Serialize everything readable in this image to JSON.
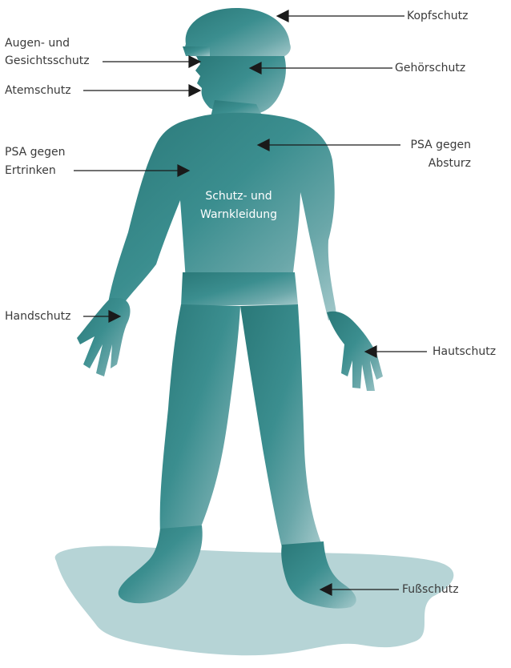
{
  "colors": {
    "figure_dark": "#2f7f80",
    "figure_light": "#86b8ba",
    "shadow": "#9fc6c8",
    "line": "#1a1a1a",
    "label_text": "#3a3a3a"
  },
  "labels": {
    "kopfschutz": "Kopfschutz",
    "augen_line1": "Augen- und",
    "augen_line2": "Gesichtsschutz",
    "gehoerschutz": "Gehörschutz",
    "atemschutz": "Atemschutz",
    "psa_ertrinken_line1": "PSA gegen",
    "psa_ertrinken_line2": "Ertrinken",
    "psa_absturz_line1": "PSA gegen",
    "psa_absturz_line2": "Absturz",
    "kleidung_line1": "Schutz- und",
    "kleidung_line2": "Warnkleidung",
    "handschutz": "Handschutz",
    "hautschutz": "Hautschutz",
    "fussschutz": "Fußschutz"
  }
}
